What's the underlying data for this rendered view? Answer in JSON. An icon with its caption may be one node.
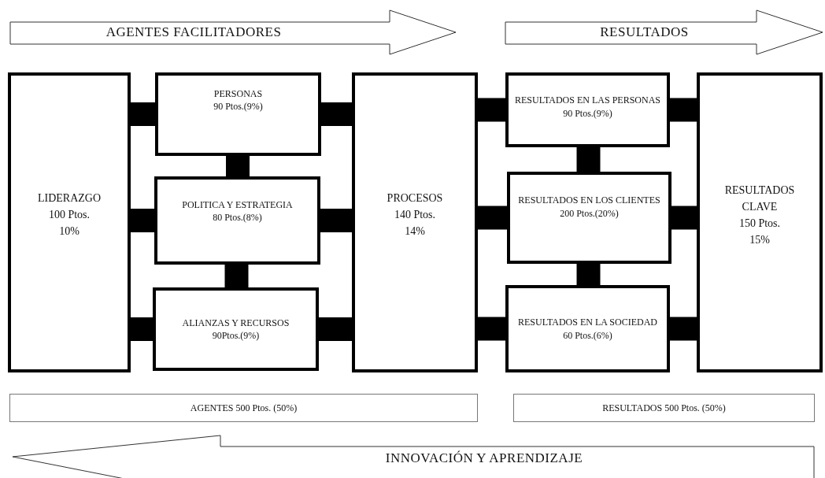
{
  "diagram": {
    "nodes": [
      {
        "text": [
          "AGENTES FACILITADORES"
        ]
      },
      {
        "text": [
          "RESULTADOS"
        ]
      },
      {
        "text": [
          "LIDERAZGO",
          "100 Ptos.",
          "10%"
        ]
      },
      {
        "text": [
          "PERSONAS",
          "90 Ptos.(9%)"
        ]
      },
      {
        "text": [
          "POLITICA Y ESTRATEGIA",
          "80 Ptos.(8%)"
        ]
      },
      {
        "text": [
          "ALIANZAS Y RECURSOS",
          "90Ptos.(9%)"
        ]
      },
      {
        "text": [
          "PROCESOS",
          "140 Ptos.",
          "14%"
        ]
      },
      {
        "text": [
          "RESULTADOS EN LAS PERSONAS",
          "90 Ptos.(9%)"
        ]
      },
      {
        "text": [
          "RESULTADOS EN LOS CLIENTES",
          "200 Ptos.(20%)"
        ]
      },
      {
        "text": [
          "RESULTADOS EN LA SOCIEDAD",
          "60 Ptos.(6%)"
        ]
      },
      {
        "text": [
          "RESULTADOS CLAVE",
          "150 Ptos.",
          "15%"
        ]
      },
      {
        "text": [
          "AGENTES 500 Ptos. (50%)"
        ]
      },
      {
        "text": [
          "RESULTADOS 500 Ptos. (50%)"
        ]
      },
      {
        "text": [
          "INNOVACIÓN Y APRENDIZAJE"
        ]
      }
    ],
    "edges": [
      {
        "from": 2,
        "to": 3,
        "arrow": "none"
      },
      {
        "from": 2,
        "to": 4,
        "arrow": "none"
      },
      {
        "from": 2,
        "to": 5,
        "arrow": "none"
      },
      {
        "from": 3,
        "to": 4,
        "arrow": "none"
      },
      {
        "from": 4,
        "to": 5,
        "arrow": "none"
      },
      {
        "from": 3,
        "to": 6,
        "arrow": "none"
      },
      {
        "from": 4,
        "to": 6,
        "arrow": "none"
      },
      {
        "from": 5,
        "to": 6,
        "arrow": "none"
      },
      {
        "from": 6,
        "to": 7,
        "arrow": "none"
      },
      {
        "from": 6,
        "to": 8,
        "arrow": "none"
      },
      {
        "from": 6,
        "to": 9,
        "arrow": "none"
      },
      {
        "from": 7,
        "to": 8,
        "arrow": "none"
      },
      {
        "from": 8,
        "to": 9,
        "arrow": "none"
      },
      {
        "from": 7,
        "to": 10,
        "arrow": "none"
      },
      {
        "from": 8,
        "to": 10,
        "arrow": "none"
      },
      {
        "from": 9,
        "to": 10,
        "arrow": "none"
      }
    ]
  }
}
